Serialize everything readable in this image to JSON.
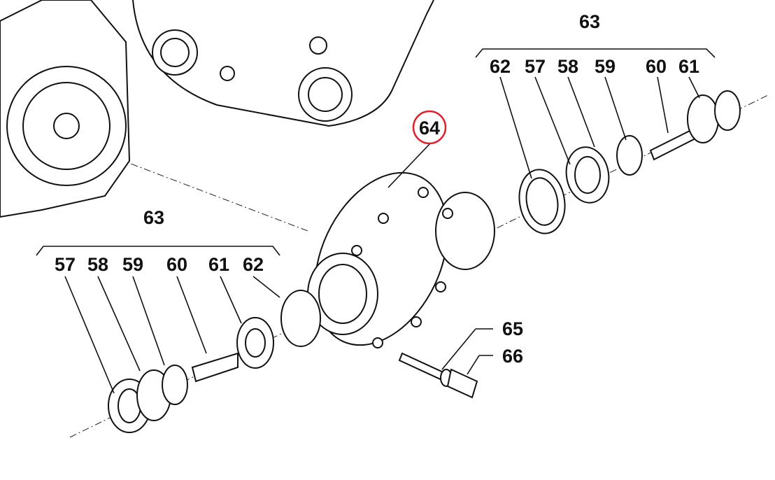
{
  "diagram": {
    "highlight_color": "#e0202a",
    "right_group": {
      "assembly": "63",
      "parts": [
        "62",
        "57",
        "58",
        "59",
        "60",
        "61"
      ]
    },
    "left_group": {
      "assembly": "63",
      "parts": [
        "57",
        "58",
        "59",
        "60",
        "61",
        "62"
      ]
    },
    "center": {
      "highlighted": "64"
    },
    "fasteners": [
      "65",
      "66"
    ]
  }
}
